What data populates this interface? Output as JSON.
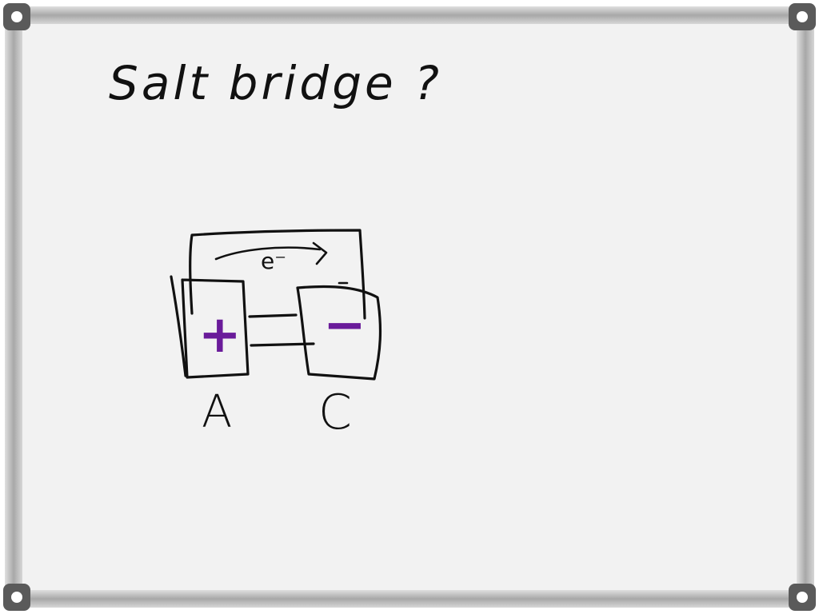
{
  "board": {
    "title": "Salt bridge ?",
    "electron_label": "e⁻",
    "anode_sign": "+",
    "cathode_sign": "−",
    "anode_label": "A",
    "cathode_label": "C"
  },
  "colors": {
    "board_surface": "#f2f2f2",
    "frame": "#b8b8b8",
    "ink": "#111111",
    "accent_ink": "#6a1b9a"
  },
  "icons": {
    "corner_caps": "frame-corner-icon"
  }
}
